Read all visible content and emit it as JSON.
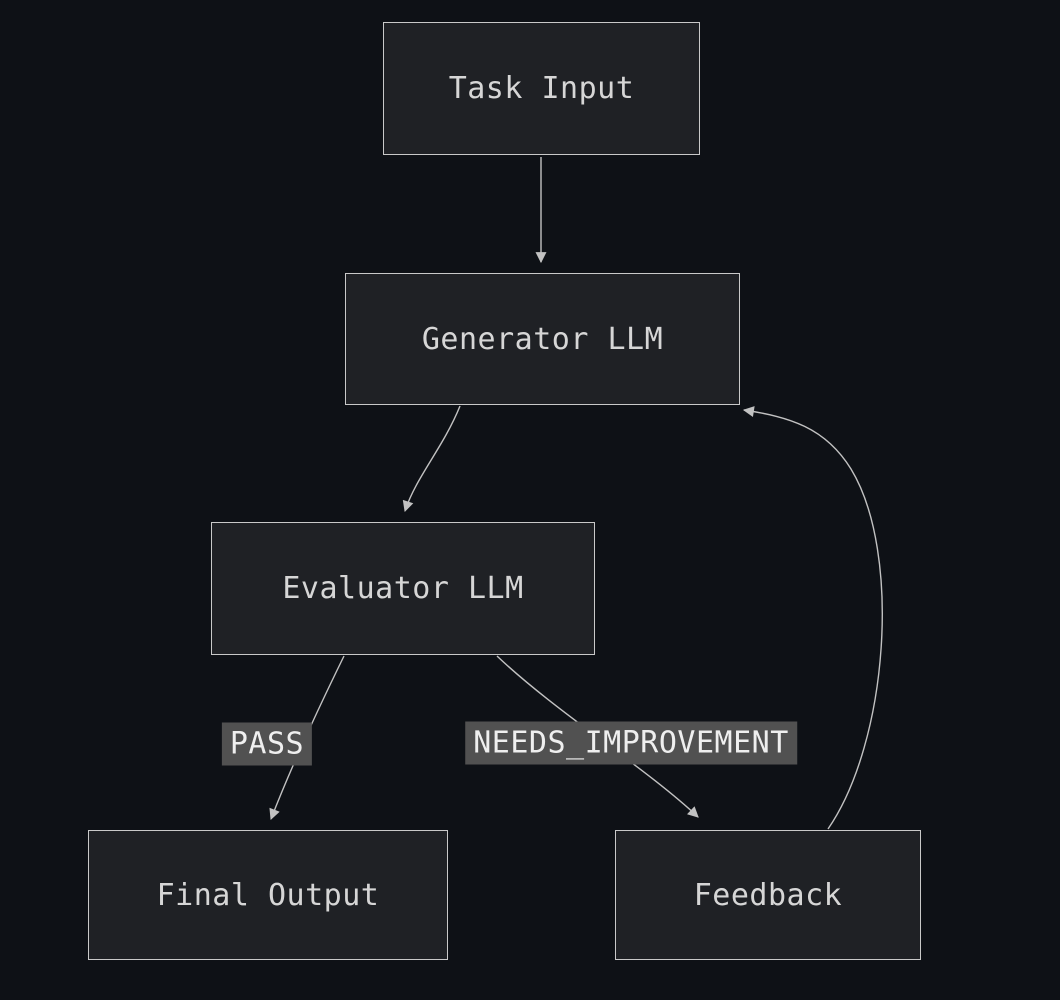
{
  "diagram": {
    "title": "Generator-Evaluator LLM loop flowchart",
    "colors": {
      "background": "#0e1116",
      "node_fill": "#1f2125",
      "node_border": "#c9c9c9",
      "node_text": "#d6d6d6",
      "edge_stroke": "#c2c2c2",
      "edge_label_background": "#515151",
      "edge_label_text": "#efefef"
    },
    "nodes": {
      "task_input": {
        "label": "Task Input"
      },
      "generator": {
        "label": "Generator LLM"
      },
      "evaluator": {
        "label": "Evaluator LLM"
      },
      "final_output": {
        "label": "Final Output"
      },
      "feedback": {
        "label": "Feedback"
      }
    },
    "edge_labels": {
      "pass": "PASS",
      "needs_improvement": "NEEDS_IMPROVEMENT"
    },
    "edges": [
      {
        "from": "task_input",
        "to": "generator",
        "label": ""
      },
      {
        "from": "generator",
        "to": "evaluator",
        "label": ""
      },
      {
        "from": "evaluator",
        "to": "final_output",
        "label": "PASS"
      },
      {
        "from": "evaluator",
        "to": "feedback",
        "label": "NEEDS_IMPROVEMENT"
      },
      {
        "from": "feedback",
        "to": "generator",
        "label": ""
      }
    ]
  }
}
